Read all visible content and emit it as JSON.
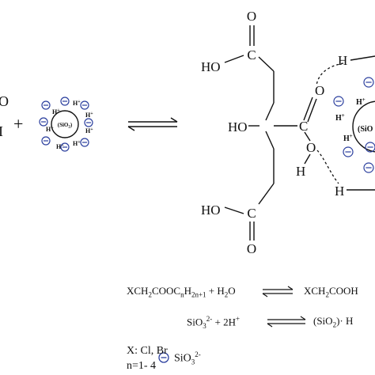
{
  "left_fragment": {
    "o": "O",
    "i": "I"
  },
  "plus_sign": "+",
  "particle": {
    "core": "(SiO",
    "core_sub": "2",
    "core_end": ")",
    "h": "H",
    "plus": "+"
  },
  "molecule": {
    "ho_top": "HO",
    "o_top_carbonyl": "O",
    "c_top": "C",
    "ho_mid": "HO",
    "c_mid": "C",
    "o_mid_carbonyl": "O",
    "o_mid_hydroxyl": "O",
    "h_mid": "H",
    "ho_bot": "HO",
    "c_bot": "C",
    "o_bot_carbonyl": "O"
  },
  "right_fragment": {
    "h_top": "H",
    "h_bot": "H",
    "core": "(SiO",
    "hplus_h": "H",
    "plus": "+"
  },
  "equations": {
    "eq1_left_a": "XCH",
    "eq1_left_sub1": "2",
    "eq1_left_b": "COOC",
    "eq1_left_c": "n",
    "eq1_left_d": "H",
    "eq1_left_sub2": "2n+1",
    "eq1_left_e": " + H",
    "eq1_left_sub3": "2",
    "eq1_left_f": "O",
    "eq1_right_a": "XCH",
    "eq1_right_sub1": "2",
    "eq1_right_b": "COOH",
    "eq2_left_a": "SiO",
    "eq2_left_sub": "3",
    "eq2_left_sup": "2-",
    "eq2_left_b": " + 2H",
    "eq2_left_sup2": "+",
    "eq2_right_a": "(SiO",
    "eq2_right_sub": "2",
    "eq2_right_b": ")· H"
  },
  "legend": {
    "x_line": "X: Cl, Br",
    "n_line": "n=1- 4",
    "ion_a": "SiO",
    "ion_sub": "3",
    "ion_sup": "2-"
  },
  "colors": {
    "ion_blue": "#2b3f9e",
    "ink": "#111111"
  },
  "icons": [
    "minus-circle-icon",
    "equilibrium-arrow-icon"
  ]
}
